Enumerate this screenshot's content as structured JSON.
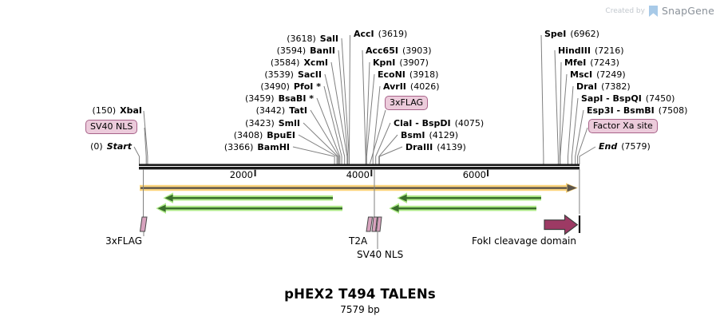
{
  "branding": {
    "created_by": "Created by",
    "brand": "SnapGene"
  },
  "plasmid": {
    "title": "pHEX2 T494 TALENs",
    "length": "7579 bp"
  },
  "ruler": {
    "t2000": "2000",
    "t4000": "4000",
    "t6000": "6000"
  },
  "start_group": {
    "xbaI_pos": "(150)",
    "xbaI_name": "XbaI",
    "sv40_box": "SV40 NLS",
    "start_pos": "(0)",
    "start_name": "Start"
  },
  "left_sites": [
    {
      "pos": "(3618)",
      "name": "SalI"
    },
    {
      "pos": "(3594)",
      "name": "BanII"
    },
    {
      "pos": "(3584)",
      "name": "XcmI"
    },
    {
      "pos": "(3539)",
      "name": "SacII"
    },
    {
      "pos": "(3490)",
      "name": "PfoI *"
    },
    {
      "pos": "(3459)",
      "name": "BsaBI *"
    },
    {
      "pos": "(3442)",
      "name": "TatI"
    },
    {
      "pos": "(3423)",
      "name": "SmlI"
    },
    {
      "pos": "(3408)",
      "name": "BpuEI"
    },
    {
      "pos": "(3366)",
      "name": "BamHI"
    }
  ],
  "mid_sites": [
    {
      "name": "AccI",
      "pos": "(3619)"
    },
    {
      "name": "Acc65I",
      "pos": "(3903)"
    },
    {
      "name": "KpnI",
      "pos": "(3907)"
    },
    {
      "name": "EcoNI",
      "pos": "(3918)"
    },
    {
      "name": "AvrII",
      "pos": "(4026)"
    },
    {
      "name": "ClaI - BspDI",
      "pos": "(4075)"
    },
    {
      "name": "BsmI",
      "pos": "(4129)"
    },
    {
      "name": "DraIII",
      "pos": "(4139)"
    }
  ],
  "mid_box": "3xFLAG",
  "right_sites": [
    {
      "name": "SpeI",
      "pos": "(6962)"
    },
    {
      "name": "HindIII",
      "pos": "(7216)"
    },
    {
      "name": "MfeI",
      "pos": "(7243)"
    },
    {
      "name": "MscI",
      "pos": "(7249)"
    },
    {
      "name": "DraI",
      "pos": "(7382)"
    },
    {
      "name": "SapI - BspQI",
      "pos": "(7450)"
    },
    {
      "name": "Esp3I - BsmBI",
      "pos": "(7508)"
    }
  ],
  "right_box": "Factor Xa site",
  "end_site": {
    "name": "End",
    "pos": "(7579)"
  },
  "track_labels": {
    "flag": "3xFLAG",
    "t2a": "T2A",
    "sv40": "SV40 NLS",
    "foki": "FokI cleavage domain"
  },
  "colors": {
    "orange_band": "#FBD47D",
    "orange_core": "#5B544A",
    "green_glow": "#B2EC8C",
    "green_core": "#3A6E2C",
    "pink_fill": "#ECCBDB",
    "pink_border": "#A8638A",
    "maroon": "#9D3A64",
    "glyph_fill": "#D7A3BE",
    "callout_gray": "#808080",
    "brand_blue": "#A8CAE8"
  }
}
